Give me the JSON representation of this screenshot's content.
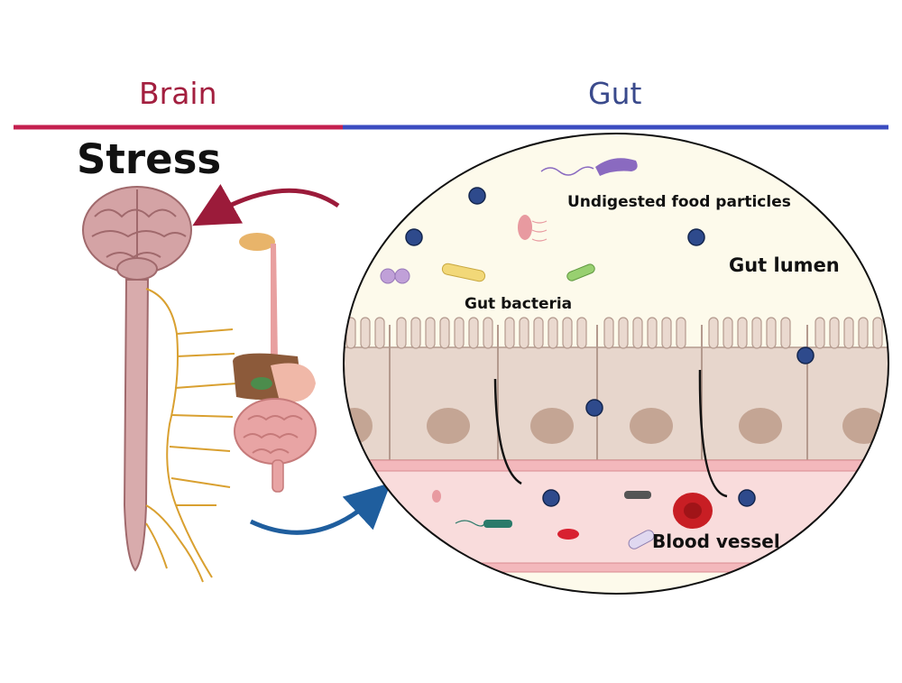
{
  "header": {
    "brain_label": "Brain",
    "gut_label": "Gut",
    "brain_color": "#a31f3f",
    "gut_color": "#3a4a8c"
  },
  "stress_label": "Stress",
  "labels": {
    "food_particles": "Undigested food particles",
    "gut_lumen": "Gut lumen",
    "gut_bacteria": "Gut bacteria",
    "blood_vessel": "Blood vessel"
  },
  "colors": {
    "brain_line": "#c4204f",
    "gut_line": "#3b4cc0",
    "arrow_to_brain": "#9b1b3a",
    "arrow_to_gut": "#1f5e9e",
    "particle": "#2e4a8c",
    "nerve": "#d9a030",
    "epithelium": "#e7d6cc",
    "nucleus": "#c4a594",
    "lumen": "#fdfaeb",
    "vessel": "#f9dcdc"
  }
}
